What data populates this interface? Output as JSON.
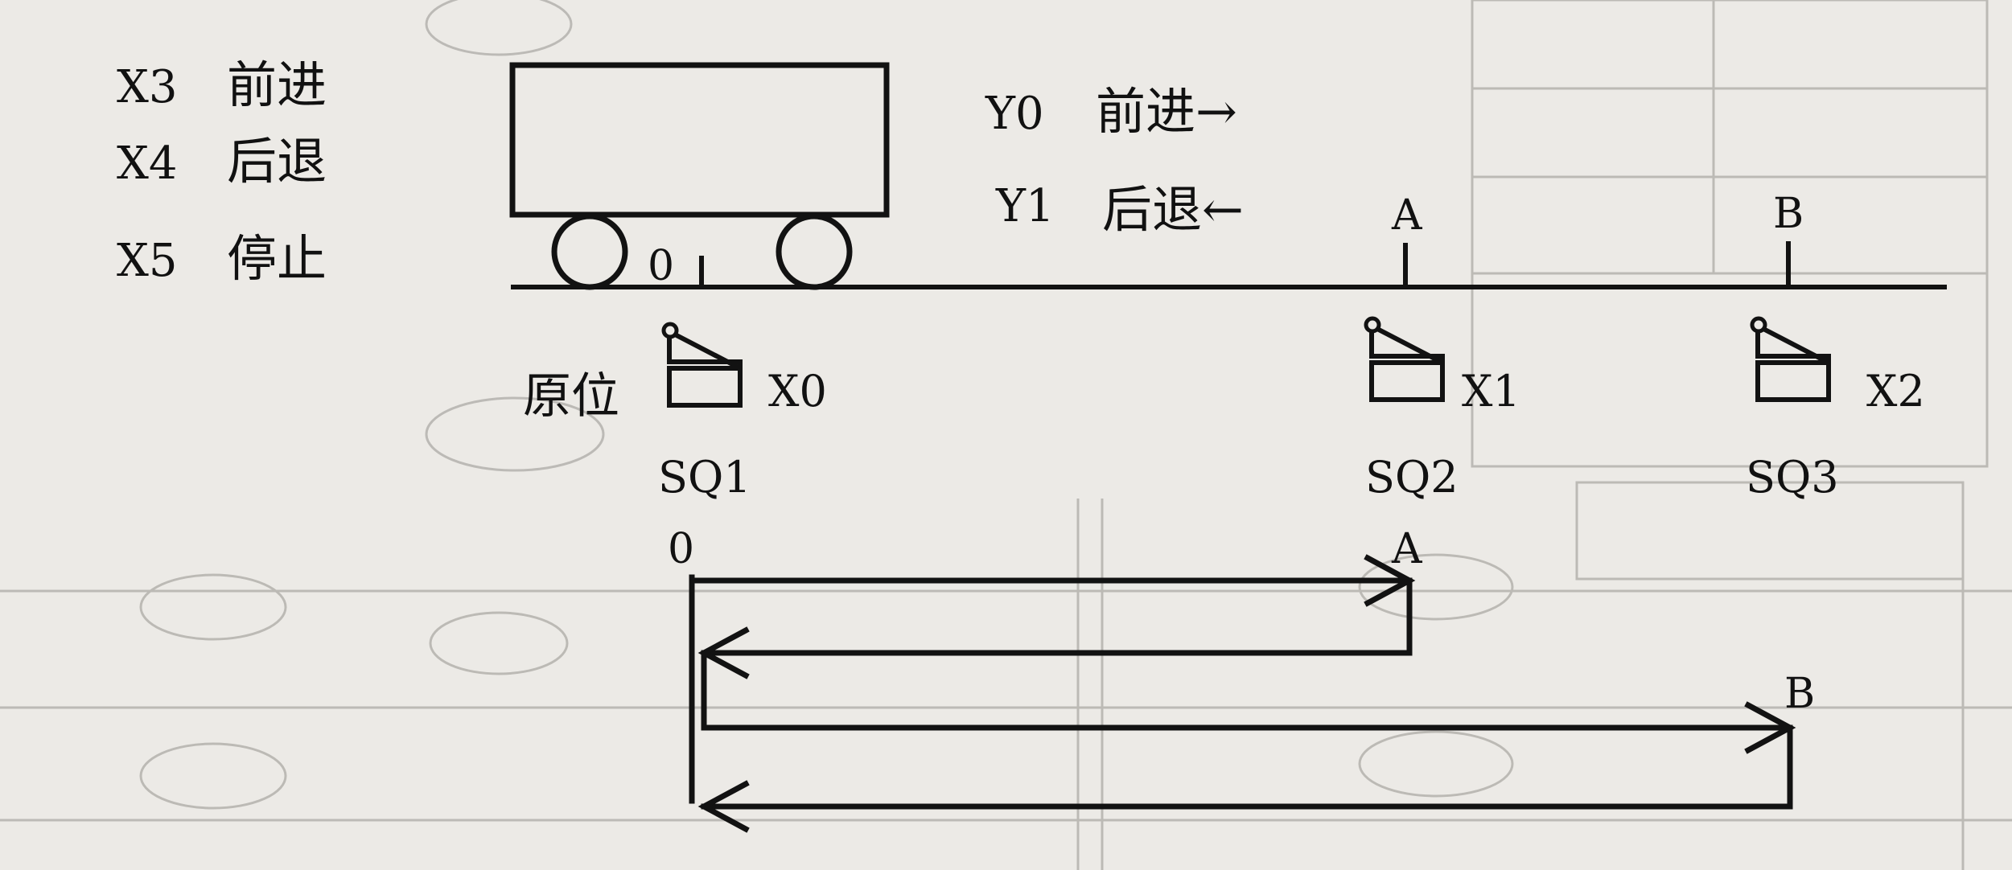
{
  "inputs": [
    {
      "code": "X3",
      "label": "前进"
    },
    {
      "code": "X4",
      "label": "后退"
    },
    {
      "code": "X5",
      "label": "停止"
    }
  ],
  "outputs": [
    {
      "code": "Y0",
      "label": "前进→"
    },
    {
      "code": "Y1",
      "label": "后退←"
    }
  ],
  "track": {
    "origin_mark": "0",
    "point_a": "A",
    "point_b": "B"
  },
  "switches": [
    {
      "caption": "原位",
      "input": "X0",
      "name": "SQ1"
    },
    {
      "caption": "",
      "input": "X1",
      "name": "SQ2"
    },
    {
      "caption": "",
      "input": "X2",
      "name": "SQ3"
    }
  ],
  "path": {
    "origin_label": "0",
    "a_label": "A",
    "b_label": "B"
  }
}
